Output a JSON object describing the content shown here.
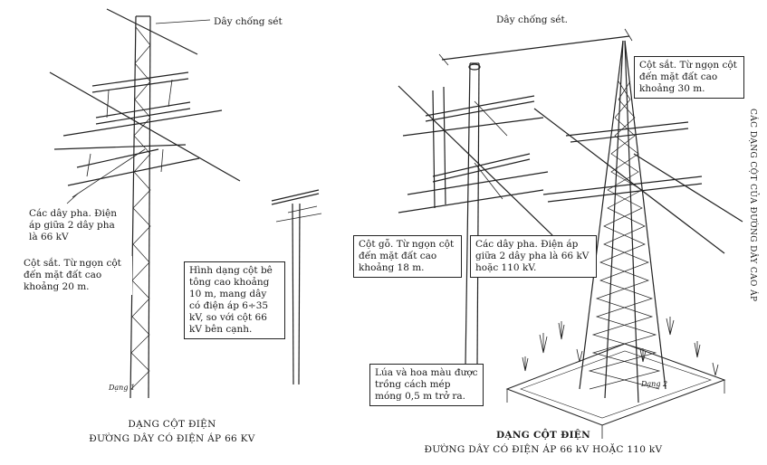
{
  "left_diagram": {
    "label_ground_wire": "Dây chống sét",
    "box_phase_wires": "Các dây pha. Điện áp giữa 2 dây pha là 66 kV",
    "box_steel_pole": "Cột sắt. Từ ngọn cột đến mặt đất cao khoảng 20 m.",
    "box_concrete_pole": "Hình dạng cột bê tông cao khoảng 10 m, mang dây có điện áp 6÷35 kV, so với cột 66 kV bên cạnh.",
    "figure_tag": "Dạng 1",
    "caption_line1": "DẠNG CỘT ĐIỆN",
    "caption_line2": "ĐƯỜNG DÂY CÓ ĐIỆN ÁP 66 KV"
  },
  "right_diagram": {
    "label_ground_wire": "Dây chống sét.",
    "box_steel_tower": "Cột sắt. Từ ngọn cột đến mặt đất cao khoảng 30 m.",
    "box_wood_pole": "Cột gỗ. Từ ngọn cột đến mặt đất cao khoảng 18 m.",
    "box_phase_wires": "Các dây pha. Điện áp giữa 2 dây pha là 66 kV hoặc 110 kV.",
    "box_crops": "Lúa và hoa màu được trồng cách mép móng 0,5 m trở ra.",
    "figure_tag": "Dạng 2",
    "caption_line1": "DẠNG CỘT ĐIỆN",
    "caption_line2": "ĐƯỜNG DÂY CÓ ĐIỆN ÁP 66 kV HOẶC 110 kV"
  },
  "side_title": "CÁC DẠNG CỘT CỦA ĐƯỜNG DÂY CAO ÁP"
}
